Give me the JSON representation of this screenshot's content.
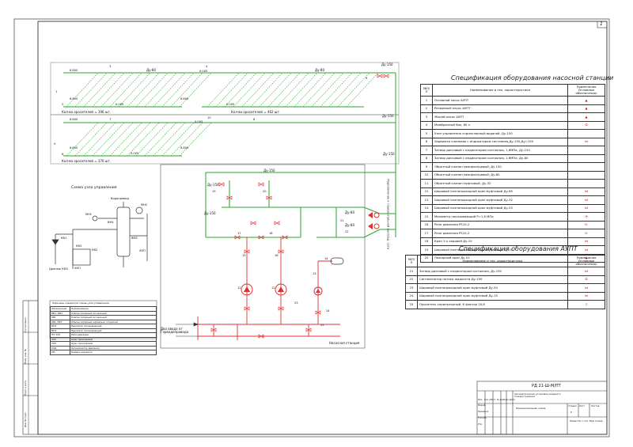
{
  "sheet_number": "1",
  "diagram": {
    "pipe_labels": {
      "top_right_dy150": "Ду-150",
      "top_dy80_a": "Ду-80",
      "top_dy80_b": "Ду-80",
      "mid_dy150": "Ду-150",
      "riser_dy150": "Ду-150",
      "riser_dy150_b": "Ду-150",
      "station_dy150": "Ду-150",
      "station_dy80": "Ду-80",
      "station_dy80_b": "Ду-80",
      "station_dy150_b": "Ду-150"
    },
    "sprinkler_counts": {
      "zone1": "Кол-во оросителей = 396 шт.",
      "zone2": "Кол-во оросителей = 462 шт.",
      "zone3": "Кол-во оросителей = 376 шт."
    },
    "elevations": [
      "6.800",
      "0.005",
      "6.800",
      "0.005",
      "6.800",
      "0.005",
      "6.800",
      "6.800",
      "0.005",
      "6.850",
      "0.005"
    ],
    "station_label": "Насосная станция",
    "inlet_label": "Два ввода от Горводопровода",
    "supply_label": "Подключение к горизонтальной распред. сети",
    "control_title": "Схема узла управления",
    "control_labels": {
      "pressure": "Водопровод",
      "drain": "Дренаж КМ1",
      "sign_mn1": "МН1",
      "sign_mn2": "МН2",
      "sign_vm1": "ВМ1",
      "sign_vm2": "ВМ2",
      "sign_kv1": "КВ1",
      "sign_kv2": "КВ2",
      "sign_kv3": "КВ3",
      "sign_hkp": "ХКП",
      "sign_hkp2": "ХКП"
    },
    "numbers": [
      "1",
      "2",
      "3",
      "4",
      "5",
      "6",
      "7",
      "8",
      "9",
      "10",
      "11",
      "12",
      "13",
      "14",
      "15",
      "16",
      "17",
      "18",
      "19",
      "20",
      "21",
      "22",
      "23",
      "24",
      "25"
    ]
  },
  "pump_spec": {
    "title": "Спецификация оборудования насосной станции",
    "headers": [
      "№П/П",
      "Наименование и тех. характеристика",
      "Примечания (Условные обозначения)"
    ],
    "rows": [
      {
        "n": "1",
        "name": "Основной насос АУПТ",
        "sym": "▲"
      },
      {
        "n": "2",
        "name": "Резервный насос АУПТ",
        "sym": "▲"
      },
      {
        "n": "3",
        "name": "Жокей-насос АУПТ",
        "sym": "▲"
      },
      {
        "n": "4",
        "name": "Мембранный бак, 60 л",
        "sym": "⬭"
      },
      {
        "n": "5",
        "name": "Узел управления спринклерный водяной, Ду-150",
        "sym": ""
      },
      {
        "n": "6",
        "name": "Задвижка клиновая с индикатором состояния,Ду-150,Ду=150",
        "sym": "⋈"
      },
      {
        "n": "7",
        "name": "Затвор дисковый с индикатором состояния, 1,6МПа, Ду-150",
        "sym": ""
      },
      {
        "n": "8",
        "name": "Затвор дисковый с индикатором состояния, 1,6МПа, Ду-80",
        "sym": ""
      },
      {
        "n": "9",
        "name": "Обратный клапан межфланцевый, Ду 150",
        "sym": ""
      },
      {
        "n": "10",
        "name": "Обратный клапан межфланцевый, Ду-80",
        "sym": ""
      },
      {
        "n": "11",
        "name": "Обратный клапан муфтовый, Ду-32",
        "sym": ""
      },
      {
        "n": "12",
        "name": "Шаровый полнопроходной кран муфтовый Ду-65",
        "sym": "⋈"
      },
      {
        "n": "13",
        "name": "Шаровый полнопроходной кран муфтовый Ду-32",
        "sym": "⋈"
      },
      {
        "n": "14",
        "name": "Шаровый полнопроходной кран муфтовый Ду-25",
        "sym": "⋈"
      },
      {
        "n": "15",
        "name": "Манометр показывающий Р=1,6 МПа",
        "sym": "◔"
      },
      {
        "n": "16",
        "name": "Реле давления PS10-2",
        "sym": "⊡"
      },
      {
        "n": "17",
        "name": "Реле давления PS10-2",
        "sym": "⊡"
      },
      {
        "n": "18",
        "name": "Кран 3-х ходовой Ду-15",
        "sym": "⋈"
      },
      {
        "n": "19",
        "name": "Шаровый полнопроходной кран муфтовый Ду-15",
        "sym": "⋈"
      },
      {
        "n": "20",
        "name": "Пожарный кран Ду-51",
        "sym": "◒"
      }
    ]
  },
  "aupt_spec": {
    "title": "Спецификация оборудования АУПТ",
    "headers": [
      "№П/П",
      "Наименование и тех. характеристика",
      "Примечания (Условные обозначения)"
    ],
    "rows": [
      {
        "n": "21",
        "name": "Затвор дисковый с индикатором состояния, Ду-150",
        "sym": "⋈"
      },
      {
        "n": "22",
        "name": "Сигнализатор потока жидкости Ду-150",
        "sym": "⬭"
      },
      {
        "n": "23",
        "name": "Шаровый полнопроходной кран муфтовый Ду-50",
        "sym": "⋈"
      },
      {
        "n": "24",
        "name": "Шаровый полнопроходной кран муфтовый Ду-15",
        "sym": "⋈"
      },
      {
        "n": "25",
        "name": "Ороситель спринклерный, К фактор 16,8",
        "sym": "↧"
      }
    ]
  },
  "legend_table": {
    "title": "Перечень элементов схемы узла управления",
    "rows": [
      [
        "Обозначение",
        "Наименование"
      ],
      [
        "ВМ1, ВМ2",
        "Клапан запорный сигнальный"
      ],
      [
        "КВ1",
        "Клапан запорный сигнальный"
      ],
      [
        "КВ2, КВ3",
        "Клапан запорный нормально открытый"
      ],
      [
        "МН1",
        "Манометр показывающий"
      ],
      [
        "МН2",
        "Манометр показывающий"
      ],
      [
        "НЗ, КЗ1",
        "Реле давления"
      ],
      [
        "ХКП",
        "Кран трехходовой"
      ],
      [
        "ХКП",
        "Кран трехходовой"
      ],
      [
        "СОД",
        "Сигнализатор давления"
      ],
      [
        "КМ",
        "Камера задержки"
      ]
    ]
  },
  "stamp": {
    "doc_code": "РД 21-Ш-М/ПТ",
    "title_main": "Автоматическая установка водяного пожаротушения",
    "title_sub": "Принципиальная схема",
    "stage_label": "Стадия",
    "sheet_label": "Лист",
    "sheets_label": "Листов",
    "stage": "Р",
    "org": "Общество с огр. Вид. Схема",
    "rows": [
      "Изм.",
      "Кол.уч",
      "Лист",
      "№ док.",
      "Подп.",
      "Дата",
      "Разраб.",
      "Проверил",
      "Н.контр.",
      "Утв."
    ]
  },
  "side_stamp": {
    "items": [
      "Инв. № подл.",
      "Подп. и дата",
      "Взам. инв. №",
      "Согласовано"
    ]
  }
}
